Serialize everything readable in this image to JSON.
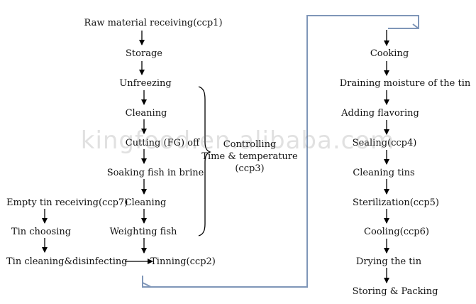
{
  "left_column": {
    "steps": [
      "Raw material receiving(ccp1)",
      "Storage",
      "Unfreezing",
      "Cleaning",
      "Cutting (FG) off",
      "Soaking fish in brine",
      "Cleaning",
      "Weighting fish",
      "Tinning(ccp2)"
    ]
  },
  "tin_branch": {
    "steps": [
      "Empty tin receiving(ccp7)",
      "Tin choosing",
      "Tin cleaning&disinfecting"
    ]
  },
  "brace_note": {
    "line1": "Controlling",
    "line2": "Time & temperature",
    "line3": "(ccp3)"
  },
  "right_column": {
    "steps": [
      "Cooking",
      "Draining moisture of the tin",
      "Adding flavoring",
      "Sealing(ccp4)",
      "Cleaning tins",
      "Sterilization(ccp5)",
      "Cooling(ccp6)",
      "Drying the tin",
      "Storing & Packing"
    ]
  },
  "watermark": "kingfood.en.alibaba.com",
  "colors": {
    "arrow": "#000000",
    "connector": "#7f96b8",
    "text": "#111111"
  }
}
